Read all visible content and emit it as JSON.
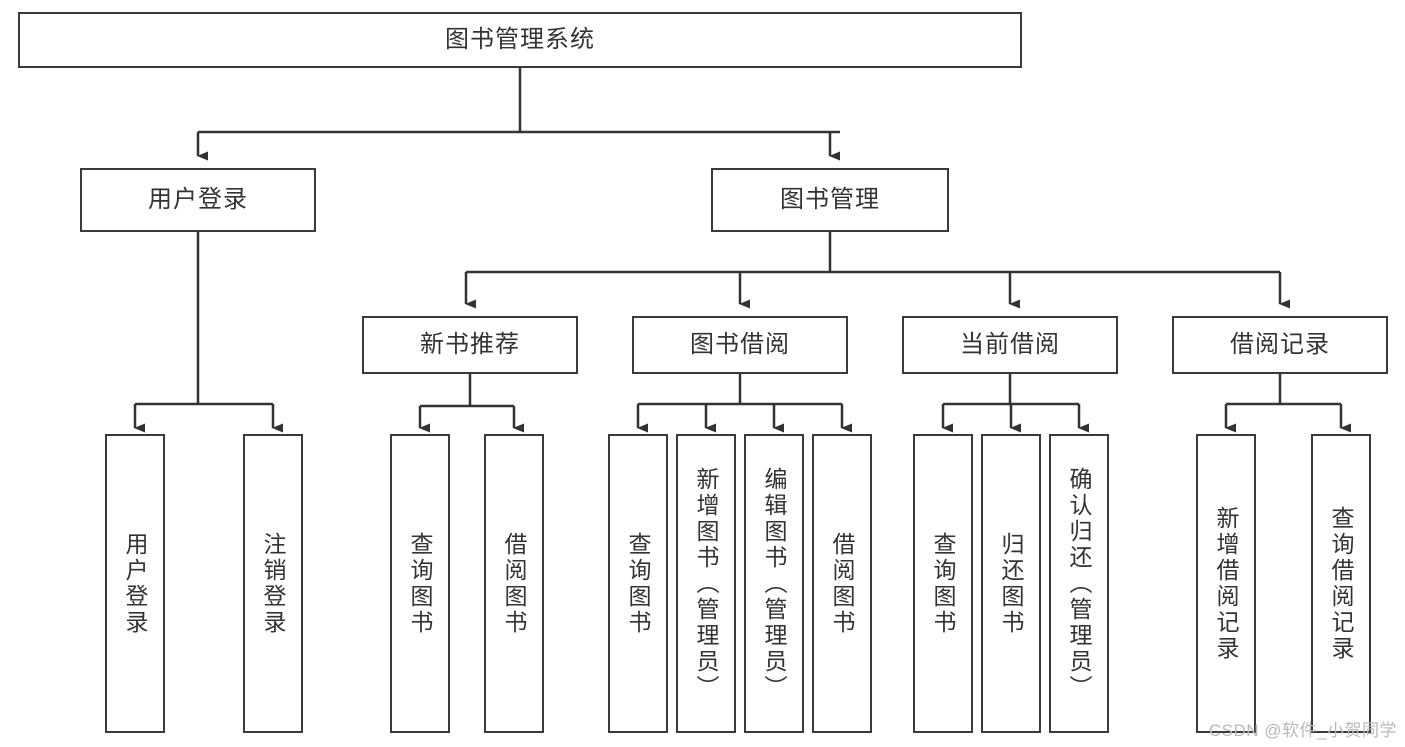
{
  "diagram": {
    "title": "图书管理系统",
    "watermark": "CSDN @软件_小贺同学",
    "colors": {
      "box_border": "#3a3a3a",
      "box_fill": "#ffffff",
      "edge": "#333333",
      "text": "#333333",
      "watermark": "#b9b9b9",
      "background": "#ffffff"
    },
    "root": {
      "label": "图书管理系统"
    },
    "level2": [
      {
        "label": "用户登录"
      },
      {
        "label": "图书管理"
      }
    ],
    "level3": [
      {
        "label": "新书推荐"
      },
      {
        "label": "图书借阅"
      },
      {
        "label": "当前借阅"
      },
      {
        "label": "借阅记录"
      }
    ],
    "leaves": {
      "user_login": [
        {
          "label": "用户登录"
        },
        {
          "label": "注销登录"
        }
      ],
      "new_book_recommend": [
        {
          "label": "查询图书"
        },
        {
          "label": "借阅图书"
        }
      ],
      "book_borrow": [
        {
          "label": "查询图书"
        },
        {
          "label": "新增图书（管理员）"
        },
        {
          "label": "编辑图书（管理员）"
        },
        {
          "label": "借阅图书"
        }
      ],
      "current_borrow": [
        {
          "label": "查询图书"
        },
        {
          "label": "归还图书"
        },
        {
          "label": "确认归还（管理员）"
        }
      ],
      "borrow_record": [
        {
          "label": "新增借阅记录"
        },
        {
          "label": "查询借阅记录"
        }
      ]
    }
  }
}
